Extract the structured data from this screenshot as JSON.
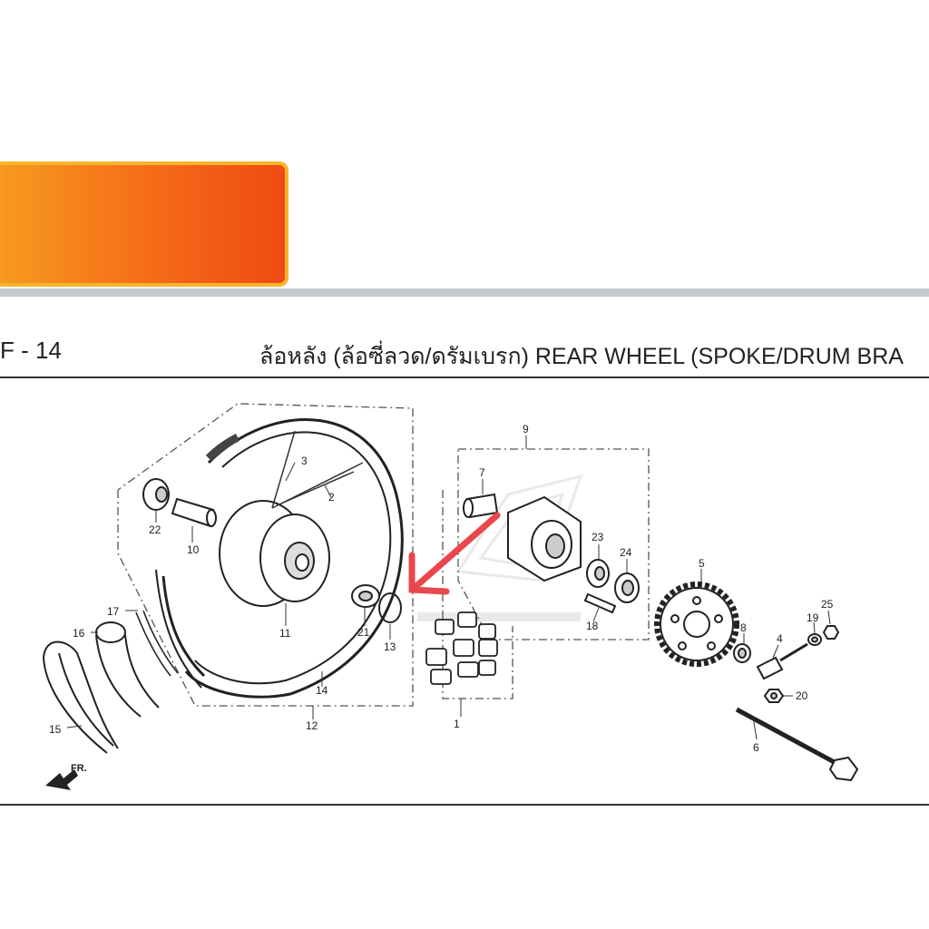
{
  "header": {
    "page_code": "F - 14",
    "title": "ล้อหลัง (ล้อซี่ลวด/ดรัมเบรก)  REAR WHEEL (SPOKE/DRUM BRA"
  },
  "diagram": {
    "front_marker": "FR.",
    "callouts": [
      "1",
      "2",
      "3",
      "4",
      "5",
      "6",
      "7",
      "8",
      "9",
      "10",
      "11",
      "12",
      "13",
      "14",
      "15",
      "16",
      "17",
      "18",
      "19",
      "20",
      "21",
      "22",
      "23",
      "24",
      "25"
    ],
    "highlighted_part": "13",
    "arrow_color": "#e8474c",
    "banner_colors": [
      "#f79a1e",
      "#ef4a12"
    ]
  }
}
